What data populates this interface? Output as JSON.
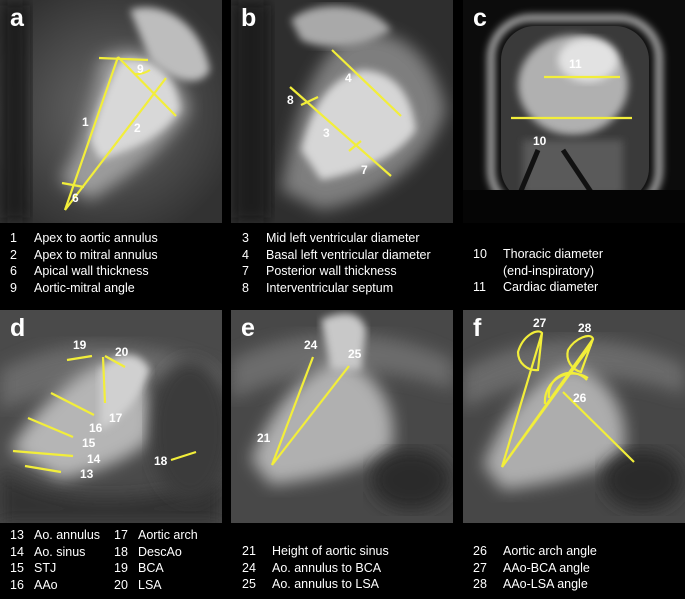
{
  "panels": {
    "a": {
      "letter": "a",
      "labels": {
        "l1": "1",
        "l2": "2",
        "l6": "6",
        "l9": "9"
      },
      "legend": [
        {
          "num": "1",
          "text": "Apex to aortic annulus"
        },
        {
          "num": "2",
          "text": "Apex to mitral annulus"
        },
        {
          "num": "6",
          "text": "Apical wall thickness"
        },
        {
          "num": "9",
          "text": "Aortic-mitral angle"
        }
      ]
    },
    "b": {
      "letter": "b",
      "labels": {
        "l3": "3",
        "l4": "4",
        "l7": "7",
        "l8": "8"
      },
      "legend": [
        {
          "num": "3",
          "text": "Mid left ventricular diameter"
        },
        {
          "num": "4",
          "text": "Basal left ventricular diameter"
        },
        {
          "num": "7",
          "text": "Posterior wall thickness"
        },
        {
          "num": "8",
          "text": "Interventricular septum"
        }
      ]
    },
    "c": {
      "letter": "c",
      "labels": {
        "l10": "10",
        "l11": "11"
      },
      "legend": [
        {
          "num": "10",
          "text": "Thoracic diameter"
        },
        {
          "num": "",
          "text": "(end-inspiratory)"
        },
        {
          "num": "11",
          "text": "Cardiac diameter"
        }
      ]
    },
    "d": {
      "letter": "d",
      "labels": {
        "l13": "13",
        "l14": "14",
        "l15": "15",
        "l16": "16",
        "l17": "17",
        "l18": "18",
        "l19": "19",
        "l20": "20"
      },
      "legend": [
        {
          "num": "13",
          "text": "Ao. annulus"
        },
        {
          "num": "17",
          "text": "Aortic arch"
        },
        {
          "num": "14",
          "text": "Ao. sinus"
        },
        {
          "num": "18",
          "text": "DescAo"
        },
        {
          "num": "15",
          "text": "STJ"
        },
        {
          "num": "19",
          "text": "BCA"
        },
        {
          "num": "16",
          "text": "AAo"
        },
        {
          "num": "20",
          "text": "LSA"
        }
      ]
    },
    "e": {
      "letter": "e",
      "labels": {
        "l21": "21",
        "l24": "24",
        "l25": "25"
      },
      "legend": [
        {
          "num": "21",
          "text": "Height of aortic sinus"
        },
        {
          "num": "24",
          "text": "Ao. annulus to BCA"
        },
        {
          "num": "25",
          "text": "Ao. annulus to LSA"
        }
      ]
    },
    "f": {
      "letter": "f",
      "labels": {
        "l26": "26",
        "l27": "27",
        "l28": "28"
      },
      "legend": [
        {
          "num": "26",
          "text": "Aortic arch angle"
        },
        {
          "num": "27",
          "text": "AAo-BCA angle"
        },
        {
          "num": "28",
          "text": "AAo-LSA angle"
        }
      ]
    }
  },
  "colors": {
    "annotation": "#f2ee3a",
    "background": "#000000"
  }
}
